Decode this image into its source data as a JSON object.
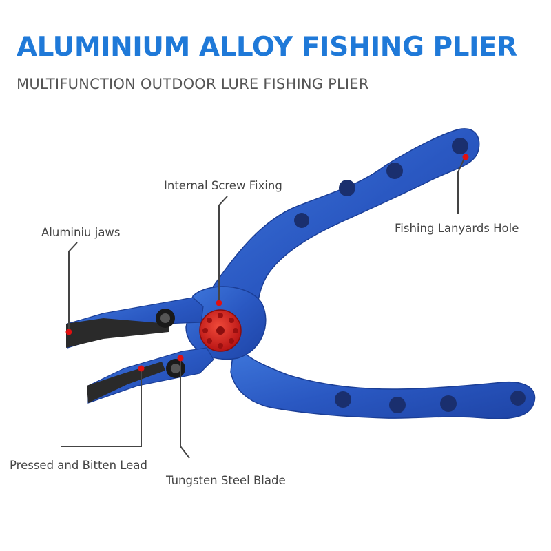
{
  "title": "ALUMINIUM ALLOY FISHING PLIER",
  "subtitle": "MULTIFUNCTION OUTDOOR LURE FISHING PLIER",
  "callouts": {
    "internal_screw": "Internal Screw Fixing",
    "jaws": "Aluminiu jaws",
    "lanyard_hole": "Fishing Lanyards Hole",
    "pressed_lead": "Pressed and Bitten Lead",
    "blade": "Tungsten Steel Blade"
  },
  "colors": {
    "title_blue": "#1f79d8",
    "body_blue": "#2d5fc8",
    "screw_red": "#d42020",
    "marker_red": "#e01010",
    "jaw_black": "#2a2a2a"
  }
}
